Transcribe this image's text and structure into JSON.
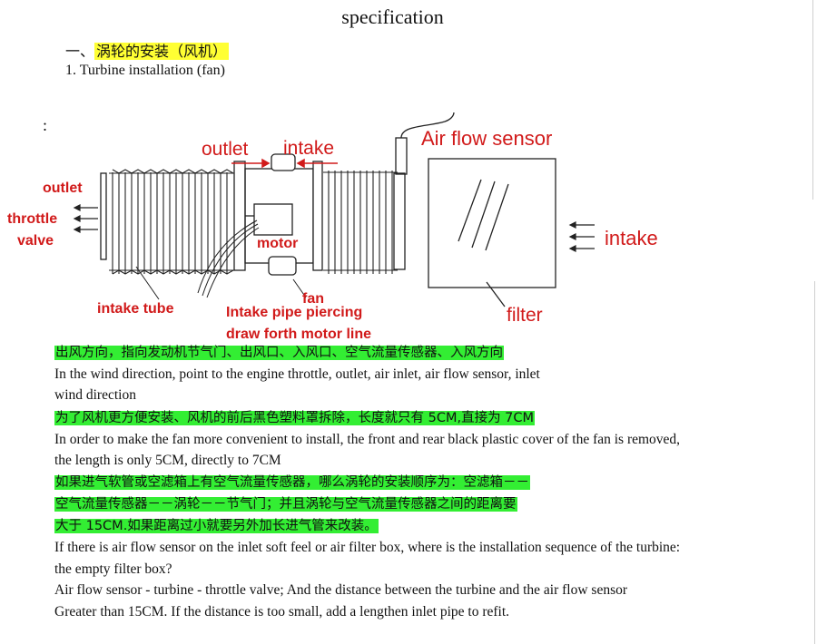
{
  "title": "specification",
  "section": {
    "cn_prefix": "一、",
    "cn_heading": "涡轮的安装（风机）",
    "en_heading": "1. Turbine installation (fan)"
  },
  "colon_mark": ":",
  "diagram_labels": {
    "outlet_top": "outlet",
    "intake_top": "intake",
    "air_flow_sensor": "Air flow sensor",
    "outlet_left": "outlet",
    "throttle": "throttle",
    "valve": "valve",
    "motor": "motor",
    "intake_right": "intake",
    "intake_tube": "intake tube",
    "fan": "fan",
    "intake_pipe_1": "Intake pipe piercing",
    "intake_pipe_2": "draw forth motor line",
    "filter": "filter"
  },
  "body_lines": [
    {
      "kind": "cn",
      "text": "出风方向，指向发动机节气门、出风口、入风口、空气流量传感器、入风方向"
    },
    {
      "kind": "en",
      "text": "In the wind direction, point to the engine throttle, outlet, air inlet, air flow sensor, inlet"
    },
    {
      "kind": "en",
      "text": "wind direction"
    },
    {
      "kind": "cn",
      "text": "为了风机更方便安装、风机的前后黑色塑料罩拆除，长度就只有 5CM,直接为 7CM"
    },
    {
      "kind": "en",
      "text": "In order to make the fan more convenient to install, the front and rear black plastic cover of the fan is removed,"
    },
    {
      "kind": "en",
      "text": "the length is only 5CM, directly to 7CM"
    },
    {
      "kind": "cn",
      "text": "如果进气软管或空滤箱上有空气流量传感器，哪么涡轮的安装顺序为：空滤箱－－"
    },
    {
      "kind": "cn",
      "text": "空气流量传感器－－涡轮－－节气门；并且涡轮与空气流量传感器之间的距离要"
    },
    {
      "kind": "cn",
      "text": "大于 15CM.如果距离过小就要另外加长进气管来改装。"
    },
    {
      "kind": "en",
      "text": "If there is air flow sensor on the inlet soft feel or air filter box, where is the installation sequence of the turbine:"
    },
    {
      "kind": "en",
      "text": "the empty filter box?"
    },
    {
      "kind": "en",
      "text": "Air flow sensor - turbine - throttle valve; And the distance between the turbine and the air flow sensor"
    },
    {
      "kind": "en",
      "text": "Greater than 15CM. If the distance is too small, add a lengthen inlet pipe to refit."
    }
  ]
}
